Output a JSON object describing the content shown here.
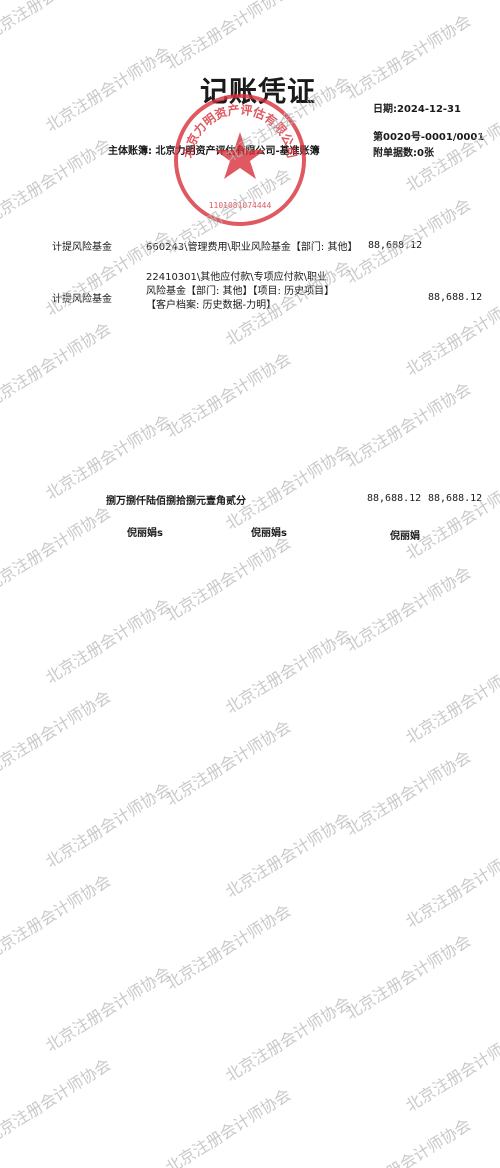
{
  "voucher": {
    "title": "记账凭证",
    "date": "日期:2024-12-31",
    "number": "第0020号-0001/0001",
    "attachments": "附单据数:0张",
    "entity": "主体账簿: 北京力明资产评估有限公司-基准账簿"
  },
  "entries": [
    {
      "summary": "计提风险基金",
      "account": "660243\\管理费用\\职业风险基金【部门: 其他】",
      "debit": "88,688.12",
      "credit": ""
    },
    {
      "summary": "计提风险基金",
      "account": "22410301\\其他应付款\\专项应付款\\职业风险基金【部门: 其他】【项目: 历史项目】【客户档案: 历史数据-力明】",
      "debit": "",
      "credit": "88,688.12"
    }
  ],
  "total": {
    "amount_words": "捌万捌仟陆佰捌拾捌元壹角贰分",
    "debit": "88,688.12",
    "credit": "88,688.12"
  },
  "signatures": [
    "倪丽娟s",
    "倪丽娟s",
    "倪丽娟"
  ],
  "seal": {
    "color": "#d9303b",
    "text": "北京力明资产评估有限公司",
    "code": "1101081074444"
  },
  "watermark": {
    "text": "北京注册会计师协会",
    "color": "#b8b8b8"
  }
}
